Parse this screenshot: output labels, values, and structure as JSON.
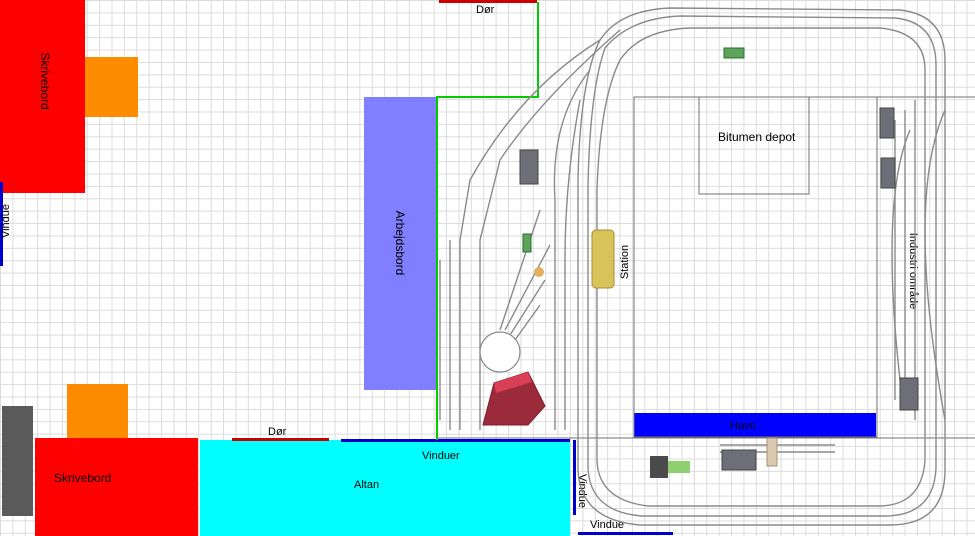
{
  "labels": {
    "skrivebord_top": "Skrivebord",
    "skrivebord_bottom": "Skrivebord",
    "vindue_left": "Vindue",
    "vindue_right": "Vindue",
    "vindue_bottom": "Vindue",
    "vinduer": "Vinduer",
    "altan": "Altan",
    "dor_top": "Dør",
    "dor_bottom": "Dør",
    "arbejdsbord": "Arbejdsbord",
    "bitumen_depot": "Bitumen depot",
    "station": "Station",
    "industri": "Industri område",
    "havn": "Havn"
  },
  "colors": {
    "desk": "#ff0000",
    "chair": "#ff8c00",
    "workbench": "#7f7fff",
    "balcony": "#00ffff",
    "harbor": "#0000ff",
    "window": "#0000cc",
    "door": "#cc0000",
    "wall_green": "#00cc00",
    "track": "#808080",
    "turntable_shed": "#9b2a3a",
    "cabinet": "#5a5a5a"
  }
}
